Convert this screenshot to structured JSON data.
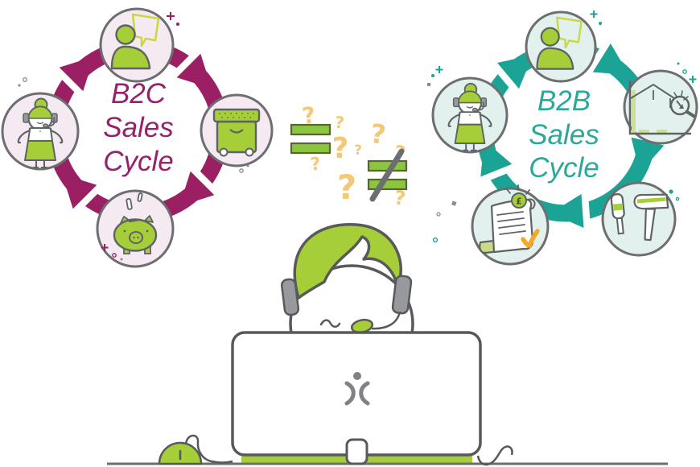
{
  "b2c_cycle": {
    "title_lines": [
      "B2C",
      "Sales",
      "Cycle"
    ],
    "ring_color": "#9A1F63",
    "text_color": "#97216A",
    "icon_bg_color": "#F6EAF2",
    "stage_icons": [
      "person-speech-bubble-icon",
      "product-box-icon",
      "piggy-bank-icon",
      "support-agent-icon"
    ]
  },
  "b2b_cycle": {
    "title_lines": [
      "B2B",
      "Sales",
      "Cycle"
    ],
    "ring_color": "#1BA495",
    "text_color": "#2AA89A",
    "icon_bg_color": "#E3F1EE",
    "stage_icons": [
      "person-speech-bubble-icon",
      "chart-magnifier-icon",
      "tools-icon",
      "contract-coin-icon",
      "support-agent-icon"
    ]
  },
  "comparison": {
    "question_mark": "?",
    "question_color": "#F3C879",
    "equals_bar_color": "#8CC63F",
    "equals_bar_border": "#55662E",
    "slash_color": "#6D6E71"
  },
  "contract": {
    "currency_symbol": "£",
    "check_color": "#F7A823"
  },
  "palette": {
    "brand_green": "#A6CE39",
    "outline_dark": "#58595B",
    "icon_border_gray": "#6D6E71",
    "headphone_gray": "#97999C",
    "background": "#FFFFFF"
  }
}
